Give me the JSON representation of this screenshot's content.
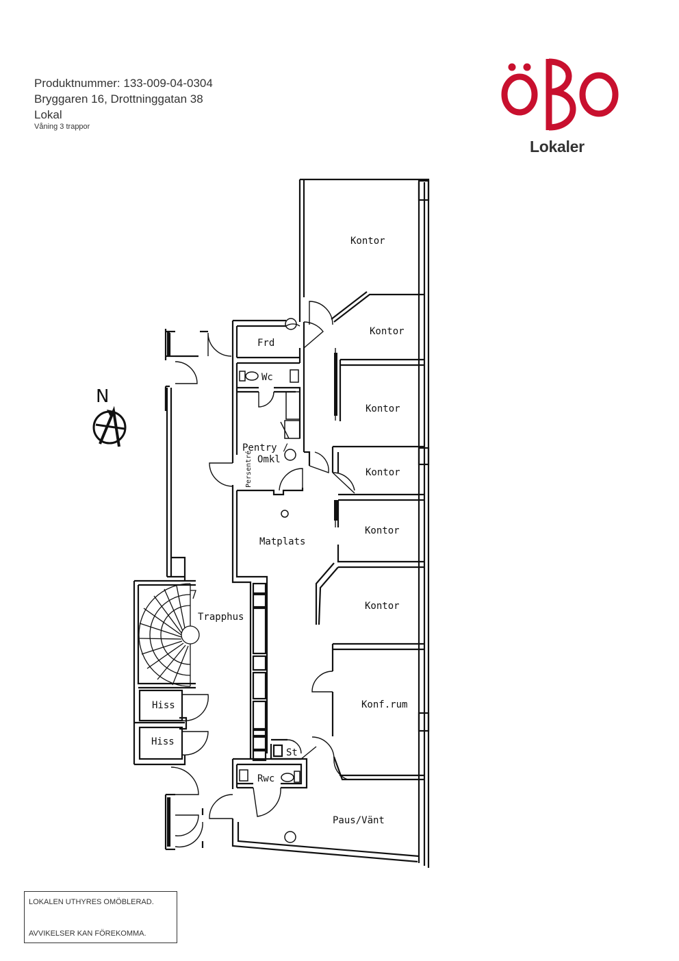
{
  "header": {
    "product_number": "Produktnummer: 133-009-04-0304",
    "address": "Bryggaren 16, Drottninggatan 38",
    "type": "Lokal",
    "floor": "Våning 3 trappor"
  },
  "logo": {
    "mark": "öBo",
    "subtitle": "Lokaler",
    "color": "#c8102e"
  },
  "compass": {
    "label": "N"
  },
  "rooms": {
    "kontor_1": "Kontor",
    "kontor_2": "Kontor",
    "kontor_3": "Kontor",
    "kontor_4": "Kontor",
    "kontor_5": "Kontor",
    "kontor_6": "Kontor",
    "frd": "Frd",
    "wc": "Wc",
    "pentry": "Pentry /",
    "omkl": "Omkl",
    "persentre": "Persentré",
    "matplats": "Matplats",
    "trapphus": "Trapphus",
    "hiss_1": "Hiss",
    "hiss_2": "Hiss",
    "konf": "Konf.rum",
    "st": "St",
    "rwc": "Rwc",
    "paus": "Paus/Vänt"
  },
  "notice": {
    "line1": "LOKALEN UTHYRES OMÖBLERAD.",
    "line2": "AVVIKELSER KAN FÖREKOMMA."
  }
}
